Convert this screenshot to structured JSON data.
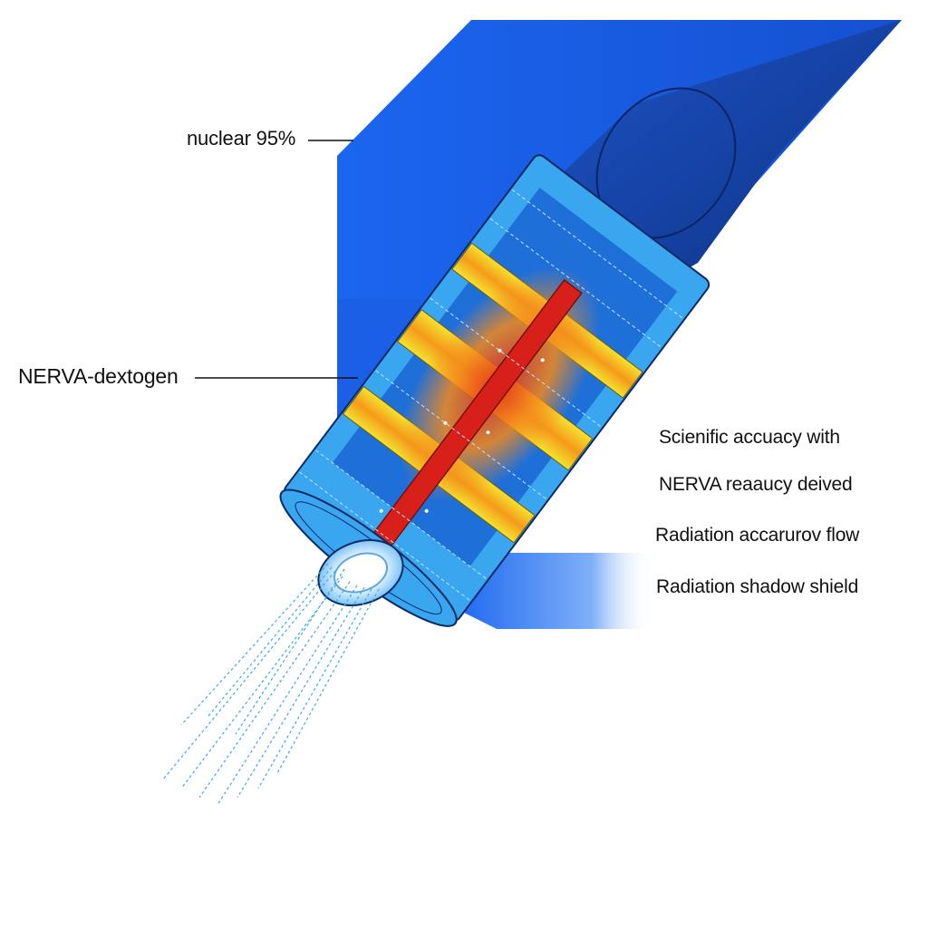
{
  "callouts": {
    "fuel_label": "nuclear 95%",
    "engine_label": "NERVA-dextogen"
  },
  "notes": [
    "Scienific accuacy with",
    "NERVA reaaucy deived",
    "Radiation accarurov flow",
    "Radiation shadow shield"
  ],
  "colors": {
    "shield_blue": "#1a5fe6",
    "shield_dark": "#123c9e",
    "core_red": "#d8201a",
    "band_yellow": "#f2d21a",
    "cyan_shell": "#3aa8f0",
    "exhaust": "#3aa8f0"
  }
}
